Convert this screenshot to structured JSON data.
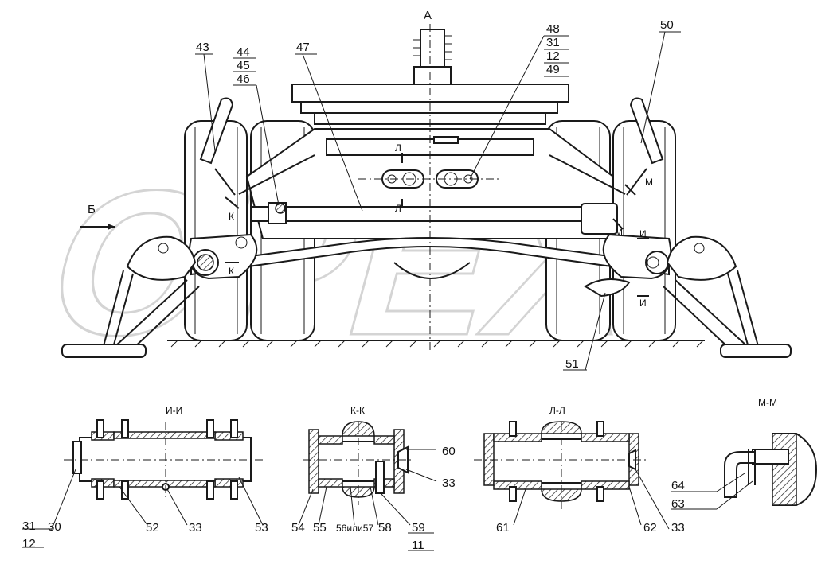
{
  "view_label": "А",
  "arrow_label": "Б",
  "watermark": "OPEX",
  "section_marks": {
    "k": "К",
    "l": "Л",
    "m": "М",
    "i": "И"
  },
  "sections": {
    "ii": "И-И",
    "kk": "К-К",
    "ll": "Л-Л",
    "mm": "М-М"
  },
  "callouts": {
    "c43": "43",
    "c44": "44",
    "c45": "45",
    "c46": "46",
    "c47": "47",
    "c48": "48",
    "c31a": "31",
    "c12a": "12",
    "c49": "49",
    "c50": "50",
    "c51": "51",
    "c31b": "31",
    "c30": "30",
    "c12b": "12",
    "c52": "52",
    "c33a": "33",
    "c53": "53",
    "c60": "60",
    "c33b": "33",
    "c54": "54",
    "c55": "55",
    "c5657": "56или57",
    "c58": "58",
    "c59": "59",
    "c11": "11",
    "c61": "61",
    "c62": "62",
    "c33c": "33",
    "c64": "64",
    "c63": "63"
  }
}
